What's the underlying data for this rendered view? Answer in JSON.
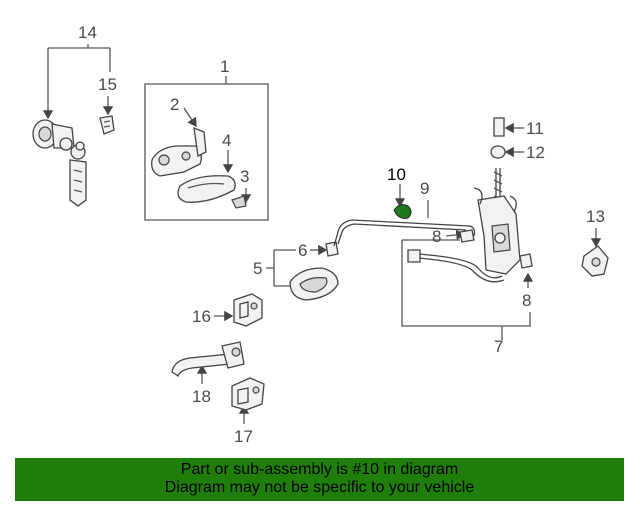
{
  "callouts": {
    "c1": "1",
    "c2": "2",
    "c3": "3",
    "c4": "4",
    "c5": "5",
    "c6": "6",
    "c7": "7",
    "c8a": "8",
    "c8b": "8",
    "c9": "9",
    "c10": "10",
    "c11": "11",
    "c12": "12",
    "c13": "13",
    "c14": "14",
    "c15": "15",
    "c16": "16",
    "c17": "17",
    "c18": "18"
  },
  "highlighted_part": "10",
  "colors": {
    "banner_bg": "#207e0a",
    "highlight_part": "#1e7a1e",
    "line": "#555555"
  },
  "banner": {
    "line1": "Part or sub-assembly is #10 in diagram",
    "line2": "Diagram may not be specific to your vehicle"
  }
}
